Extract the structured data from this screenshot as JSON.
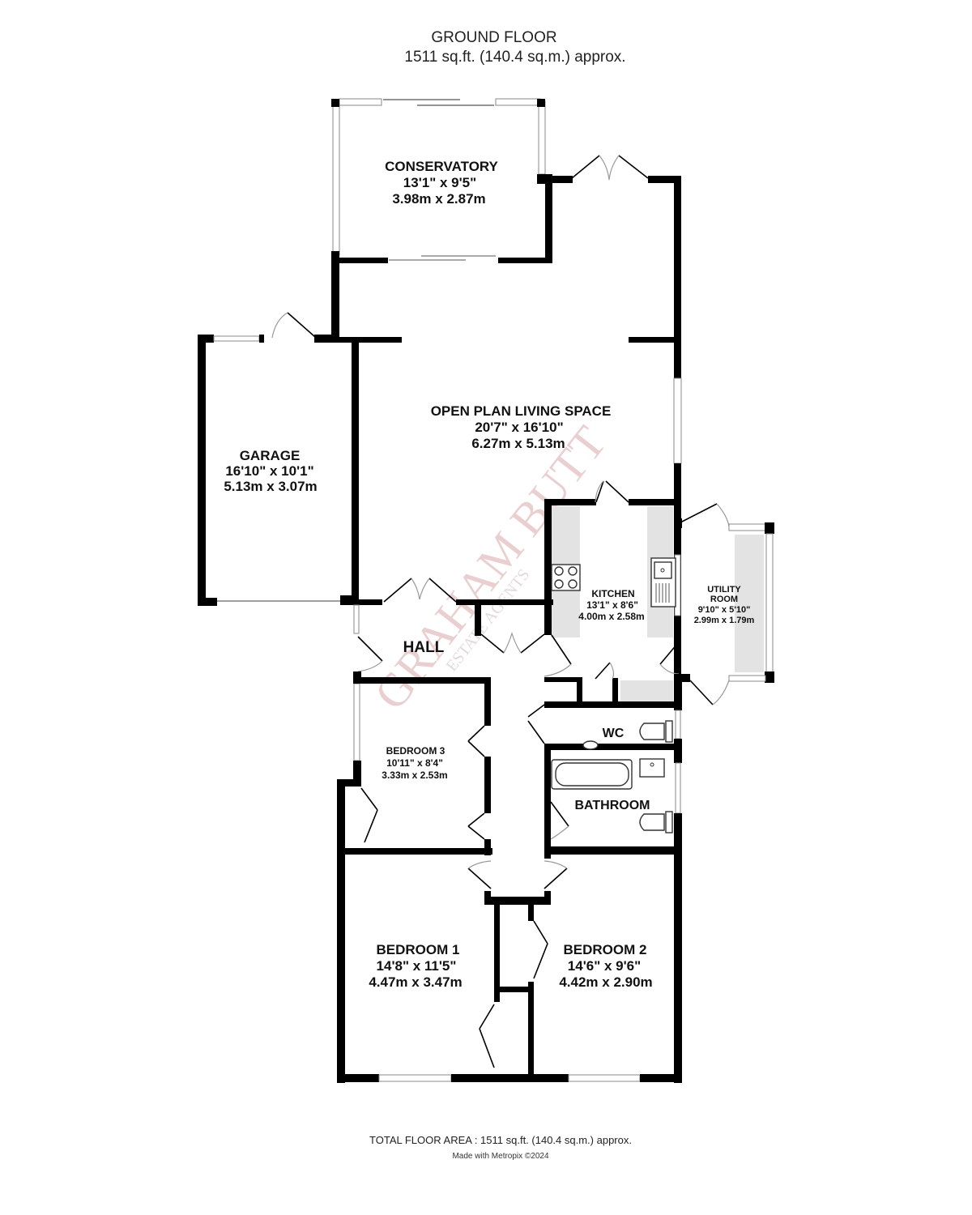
{
  "header": {
    "floor_name": "GROUND FLOOR",
    "floor_area": "1511 sq.ft. (140.4 sq.m.) approx."
  },
  "rooms": {
    "conservatory": {
      "name": "CONSERVATORY",
      "imperial": "13'1\"  x 9'5\"",
      "metric": "3.98m  x 2.87m"
    },
    "living": {
      "name": "OPEN PLAN LIVING SPACE",
      "imperial": "20'7\"  x 16'10\"",
      "metric": "6.27m  x 5.13m"
    },
    "garage": {
      "name": "GARAGE",
      "imperial": "16'10\"  x 10'1\"",
      "metric": "5.13m  x 3.07m"
    },
    "kitchen": {
      "name": "KITCHEN",
      "imperial": "13'1\"  x 8'6\"",
      "metric": "4.00m  x 2.58m"
    },
    "utility": {
      "name_line1": "UTILITY",
      "name_line2": "ROOM",
      "imperial": "9'10\"  x 5'10\"",
      "metric": "2.99m  x 1.79m"
    },
    "hall": {
      "name": "HALL"
    },
    "wc": {
      "name": "WC"
    },
    "bathroom": {
      "name": "BATHROOM"
    },
    "bedroom3": {
      "name": "BEDROOM 3",
      "imperial": "10'11\"  x 8'4\"",
      "metric": "3.33m  x 2.53m"
    },
    "bedroom1": {
      "name": "BEDROOM 1",
      "imperial": "14'8\"  x 11'5\"",
      "metric": "4.47m  x 3.47m"
    },
    "bedroom2": {
      "name": "BEDROOM 2",
      "imperial": "14'6\"  x 9'6\"",
      "metric": "4.42m  x 2.90m"
    }
  },
  "watermark": {
    "brand": "GRAHAM BUTT",
    "tagline": "ESTATE AGENTS"
  },
  "footer": {
    "total_area": "TOTAL FLOOR AREA : 1511 sq.ft. (140.4 sq.m.) approx.",
    "credit": "Made with Metropix ©2024"
  },
  "colors": {
    "wall": "#000000",
    "counter": "#e3e3e3",
    "watermark": "#d9a9ad",
    "background": "#ffffff"
  }
}
